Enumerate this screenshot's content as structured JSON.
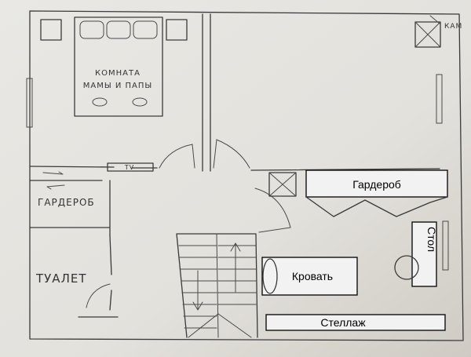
{
  "sketch_labels": {
    "bedroom_line1": "КОМНАТА",
    "bedroom_line2": "МАМЫ И ПАПЫ",
    "tv": "TV",
    "wardrobe_left": "ГАРДЕРОБ",
    "toilet": "ТУАЛЕТ",
    "corner_note": "КАМ"
  },
  "furniture": {
    "wardrobe": "Гардероб",
    "bed": "Кровать",
    "desk": "Стол",
    "shelving": "Стеллаж"
  },
  "colors": {
    "paper": "#e6e4df",
    "pencil": "#3a3a3a",
    "box_fill": "#f2f2f2",
    "box_stroke": "#111111"
  }
}
